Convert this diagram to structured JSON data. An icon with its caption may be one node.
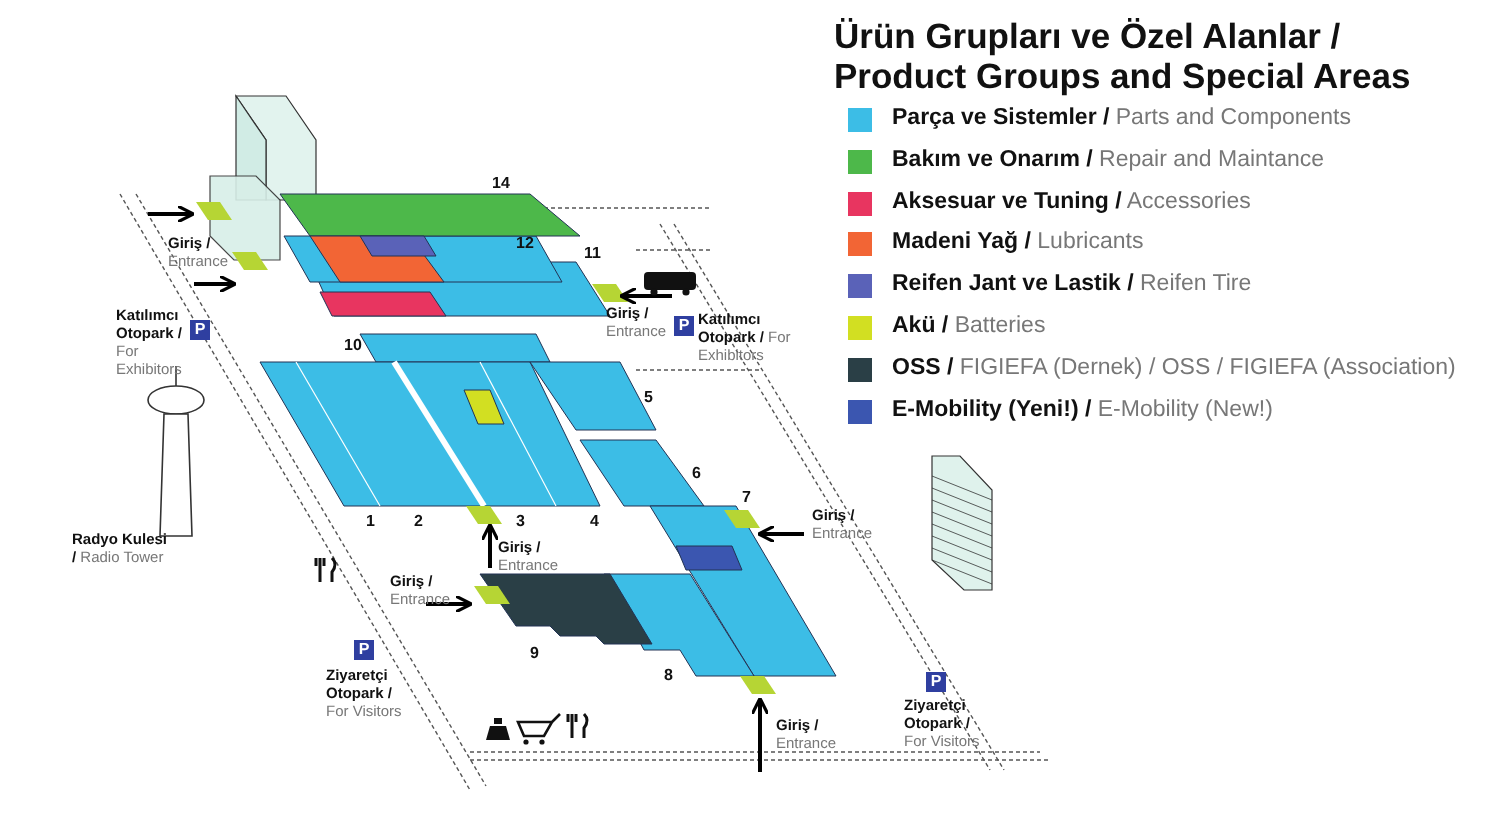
{
  "diagram": {
    "title": "Ürün Grupları ve Özel Alanlar / Product Groups and Special Areas",
    "labels": [
      "14",
      "Giriş / Entrance",
      "12",
      "11",
      "Giriş / Entrance",
      "P",
      "Katılımcı Otopark / For Exhibitors",
      "Katılımcı Otopark / For Exhibitors",
      "P",
      "10",
      "5",
      "6",
      "Radyo Kulesi / Radio Tower",
      "1",
      "2",
      "3",
      "4",
      "7",
      "Giriş / Entrance",
      "Giriş / Entrance",
      "Giriş / Entrance",
      "9",
      "8",
      "P",
      "Ziyaretçi Otopark / For Visitors",
      "P",
      "Ziyaretçi Otopark / For Visitors",
      "Giriş / Entrance"
    ],
    "legend": [
      {
        "text": "Parça ve Sistemler / Parts and Components",
        "color": "#3cbde6"
      },
      {
        "text": "Bakım ve Onarım / Repair and Maintance",
        "color": "#4db84a"
      },
      {
        "text": "Aksesuar ve Tuning / Accessories",
        "color": "#e83560"
      },
      {
        "text": "Madeni Yağ / Lubricants",
        "color": "#f26535"
      },
      {
        "text": "Reifen Jant ve Lastik / Reifen Tire",
        "color": "#5a62b8"
      },
      {
        "text": "Akü / Batteries",
        "color": "#d2df22"
      },
      {
        "text": "OSS / FIGIEFA (Dernek) / OSS / FIGIEFA (Association)",
        "color": "#2a3f46"
      },
      {
        "text": "E-Mobility (Yeni!) / E-Mobility (New!)",
        "color": "#3b56b0"
      }
    ]
  }
}
